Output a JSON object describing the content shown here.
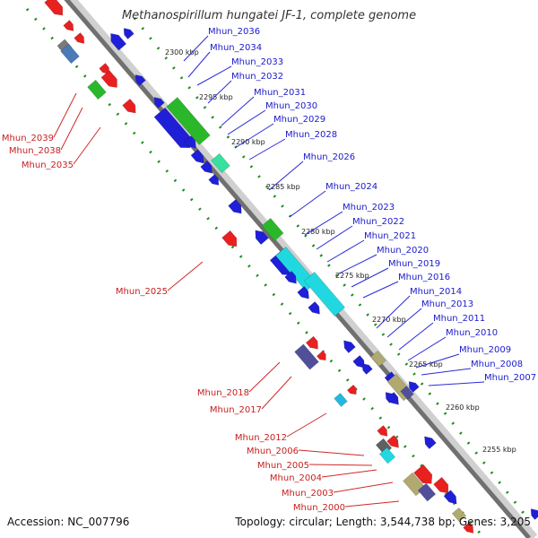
{
  "title": "Methanospirillum hungatei JF-1, complete genome",
  "footer": {
    "accession": "Accession: NC_007796",
    "summary": "Topology: circular; Length: 3,544,738 bp; Genes: 3,205"
  },
  "colors": {
    "backbone_dark": "#707070",
    "backbone_light": "#d0d0d0",
    "dotted_track": "#1f8c1f",
    "label_top": "#1a1acc",
    "label_bottom": "#c81e1e"
  },
  "scale_ticks": [
    "2300 kbp",
    "2295 kbp",
    "2290 kbp",
    "2285 kbp",
    "2280 kbp",
    "2275 kbp",
    "2270 kbp",
    "2265 kbp",
    "2260 kbp",
    "2255 kbp"
  ],
  "top_labels": [
    "Mhun_2036",
    "Mhun_2034",
    "Mhun_2033",
    "Mhun_2032",
    "Mhun_2031",
    "Mhun_2030",
    "Mhun_2029",
    "Mhun_2028",
    "Mhun_2026",
    "Mhun_2024",
    "Mhun_2023",
    "Mhun_2022",
    "Mhun_2021",
    "Mhun_2020",
    "Mhun_2019",
    "Mhun_2016",
    "Mhun_2014",
    "Mhun_2013",
    "Mhun_2011",
    "Mhun_2010",
    "Mhun_2009",
    "Mhun_2008",
    "Mhun_2007"
  ],
  "bottom_labels": [
    "Mhun_2039",
    "Mhun_2038",
    "Mhun_2035",
    "Mhun_2025",
    "Mhun_2018",
    "Mhun_2017",
    "Mhun_2012",
    "Mhun_2006",
    "Mhun_2005",
    "Mhun_2004",
    "Mhun_2003",
    "Mhun_2000"
  ]
}
